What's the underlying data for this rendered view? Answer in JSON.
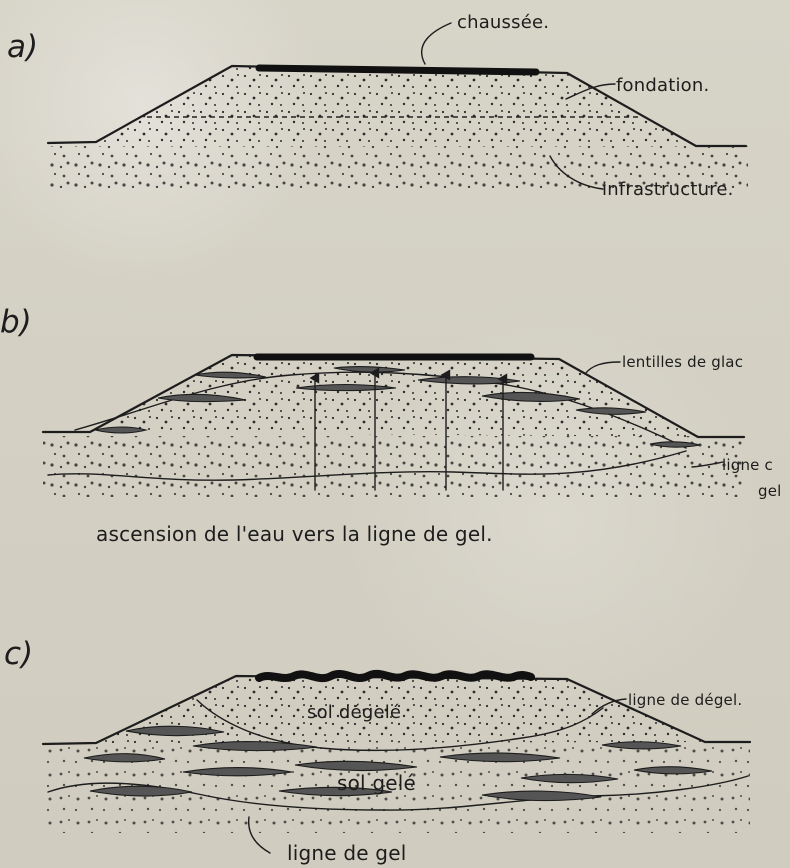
{
  "figure": {
    "panels": [
      {
        "letter": "a)",
        "labels": {
          "chaussee": "chaussée.",
          "fondation": "fondation.",
          "infrastructure": "infrastructure."
        }
      },
      {
        "letter": "b)",
        "labels": {
          "lentilles": "lentilles de glac",
          "ligne_top": "ligne c",
          "ligne_bottom": "gel",
          "caption": "ascension de l'eau vers la ligne de gel."
        }
      },
      {
        "letter": "c)",
        "labels": {
          "sol_degele": "sol dégelé",
          "sol_gele": "sol gelé",
          "ligne_degel": "ligne de dégel.",
          "ligne_gel": "ligne de gel"
        }
      }
    ]
  }
}
